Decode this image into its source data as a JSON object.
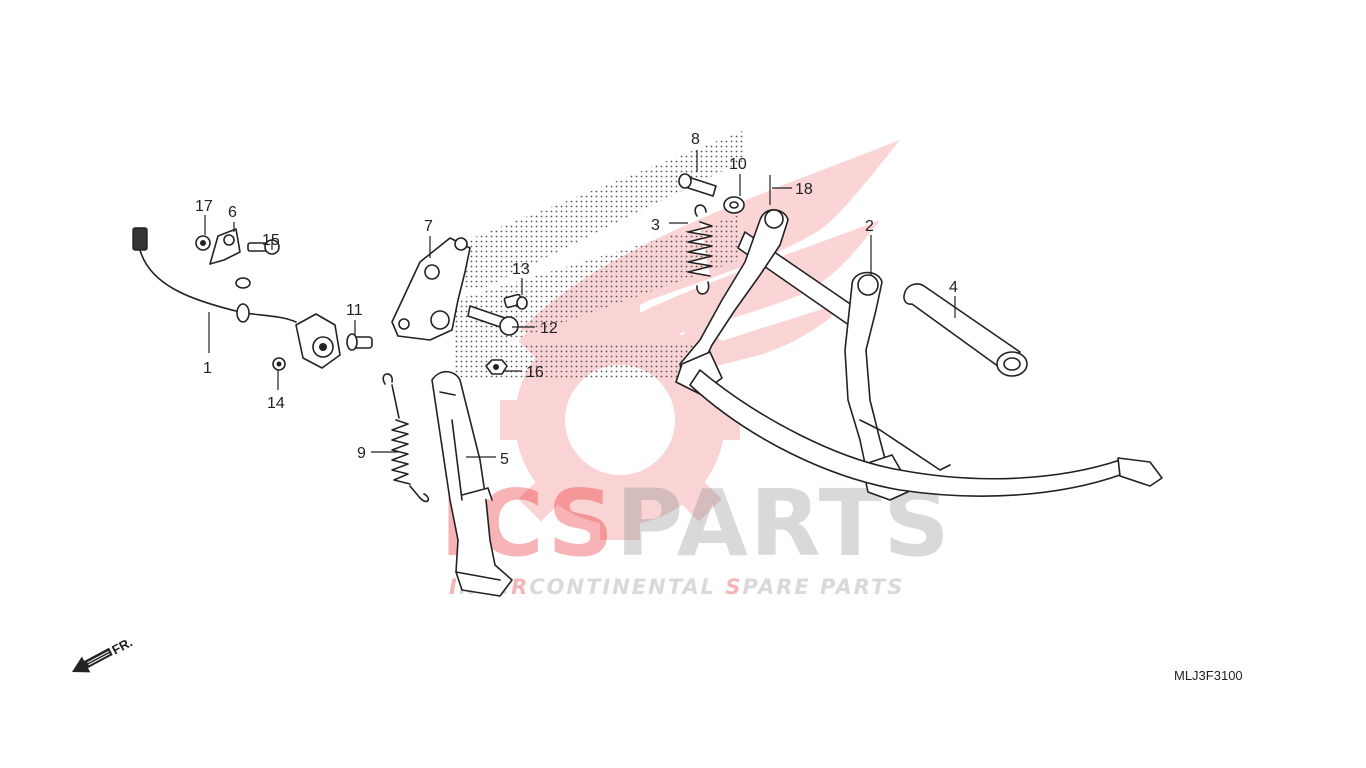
{
  "diagram": {
    "code": "MLJ3F3100",
    "direction_label": "FR."
  },
  "watermark": {
    "brand_left": "ICS",
    "brand_right": "PARTS",
    "tagline_pieces": [
      {
        "text": "I",
        "accent": true
      },
      {
        "text": "NTE",
        "accent": false
      },
      {
        "text": "R",
        "accent": true
      },
      {
        "text": "CONTINENTAL ",
        "accent": false
      },
      {
        "text": "S",
        "accent": true
      },
      {
        "text": "PARE PARTS",
        "accent": false
      }
    ],
    "accent_color": "#e8151b",
    "gray_color": "#8a8a8a"
  },
  "callouts": {
    "c1": "1",
    "c2": "2",
    "c3": "3",
    "c4": "4",
    "c5": "5",
    "c6": "6",
    "c7": "7",
    "c8": "8",
    "c9": "9",
    "c10": "10",
    "c11": "11",
    "c12": "12",
    "c13": "13",
    "c14": "14",
    "c15": "15",
    "c16": "16",
    "c17": "17",
    "c18": "18"
  }
}
